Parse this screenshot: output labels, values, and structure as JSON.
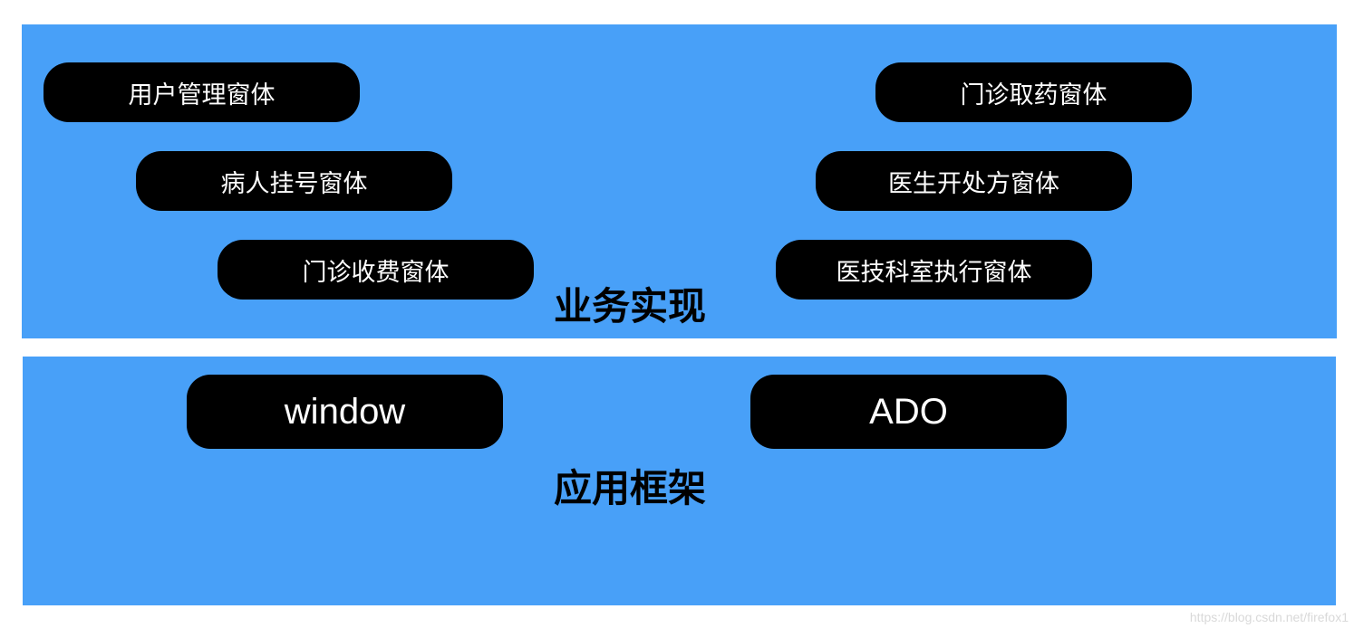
{
  "business_layer": {
    "title": "业务实现",
    "left_modules": [
      "用户管理窗体",
      "病人挂号窗体",
      "门诊收费窗体"
    ],
    "right_modules": [
      "门诊取药窗体",
      "医生开处方窗体",
      "医技科室执行窗体"
    ]
  },
  "framework_layer": {
    "title": "应用框架",
    "modules": [
      "window",
      "ADO"
    ]
  },
  "watermark": "https://blog.csdn.net/firefox1",
  "colors": {
    "panel": "#48a0f8",
    "pill": "#000000",
    "pill_text": "#ffffff"
  }
}
